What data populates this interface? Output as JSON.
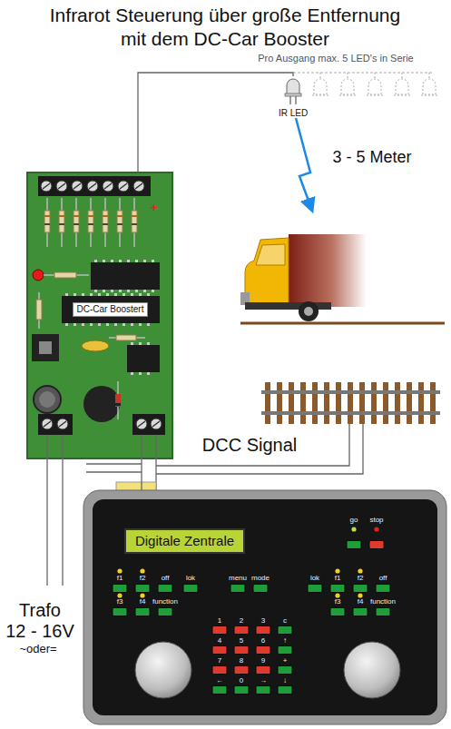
{
  "diagram": {
    "title": "Infrarot Steuerung über große Entfernung mit dem DC-Car Booster",
    "nodes": [
      {
        "text": [
          "+"
        ]
      },
      {
        "text": [
          "DC-Car Boostert"
        ],
        "in": 0
      },
      {
        "text": [
          "IR LED"
        ]
      },
      {
        "text": [
          "Digitale Zentrale"
        ]
      }
    ],
    "edges": [
      {
        "from": 0,
        "to": 2,
        "arrow": "none"
      },
      {
        "from": 0,
        "to": 3,
        "label": "DCC Signal",
        "arrow": "none"
      }
    ],
    "labels": [
      "Pro Ausgang max. 5 LED's in Serie",
      "3 - 5 Meter",
      "Trafo",
      "12 - 16V",
      "~oder=",
      "go",
      "stop",
      "f1",
      "f2",
      "off",
      "lok",
      "f3",
      "f4",
      "function",
      "menu",
      "mode",
      "lok",
      "f1",
      "f2",
      "off",
      "f3",
      "f4",
      "function",
      "1",
      "2",
      "3",
      "c",
      "4",
      "5",
      "6",
      "↑",
      "7",
      "8",
      "9",
      "+",
      "←",
      "0",
      "→",
      "↓"
    ]
  }
}
